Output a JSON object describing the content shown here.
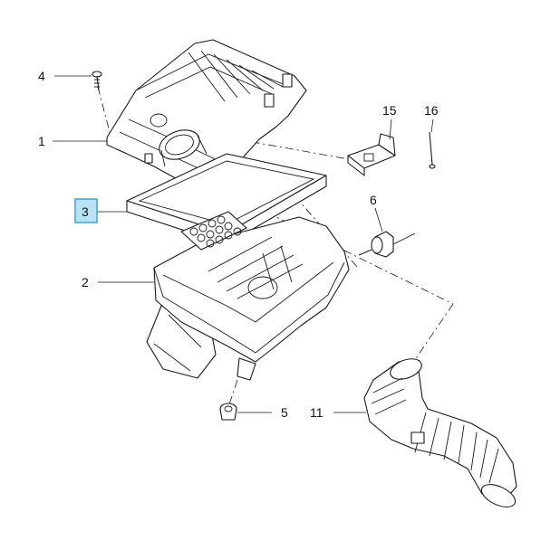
{
  "callouts": {
    "c1": "1",
    "c2": "2",
    "c3": "3",
    "c4": "4",
    "c5": "5",
    "c6": "6",
    "c11": "11",
    "c15": "15",
    "c16": "16"
  },
  "highlight": {
    "selected_callout": "3",
    "box_fill": "#b9e2f5",
    "box_stroke": "#4aa6cf"
  },
  "icons": {
    "air-cleaner-cover": "air-cleaner-cover-icon",
    "air-filter-element": "filter-element-icon",
    "air-cleaner-housing": "air-cleaner-housing-icon",
    "bolt": "bolt-icon",
    "grommet": "grommet-icon",
    "mount-insulator": "mount-insulator-icon",
    "intake-duct": "intake-duct-icon",
    "mass-air-flow-sensor": "sensor-icon",
    "screw": "screw-icon"
  }
}
